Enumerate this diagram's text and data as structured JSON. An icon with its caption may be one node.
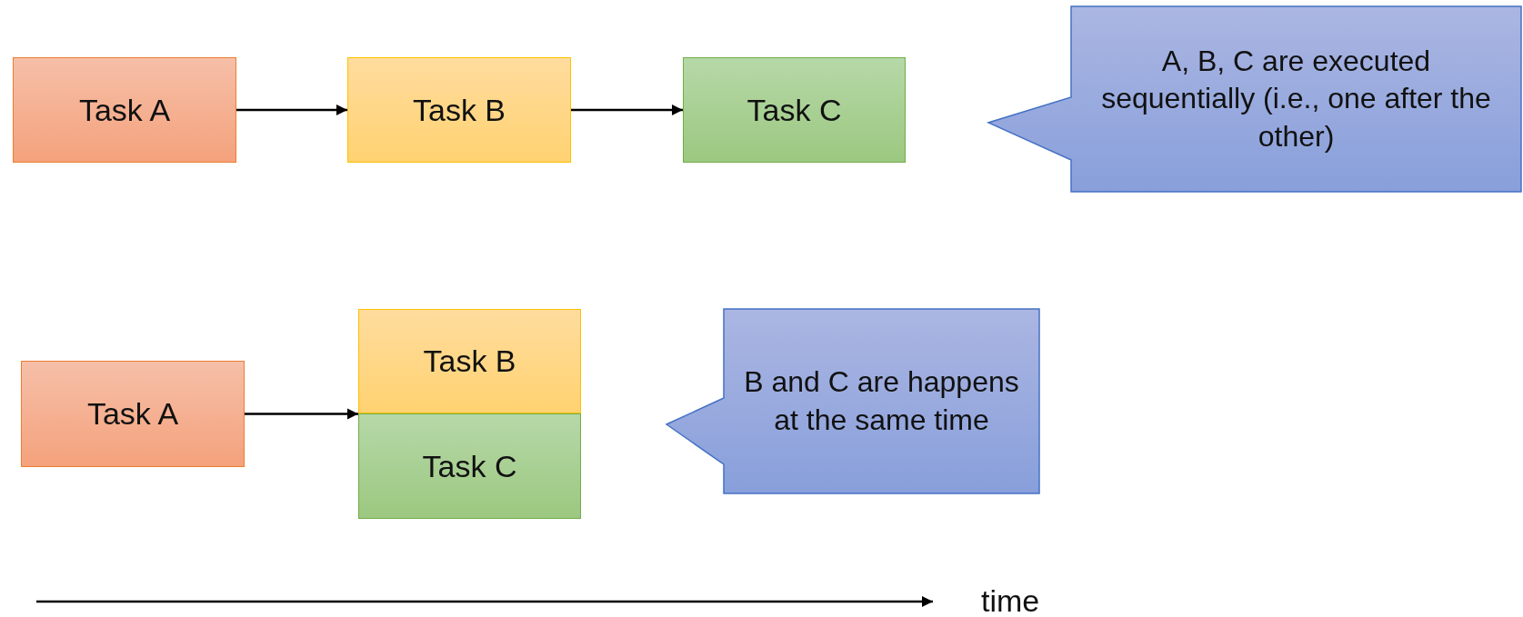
{
  "diagram": {
    "nodes": [
      {
        "text": [
          "Task A"
        ]
      },
      {
        "text": [
          "Task B"
        ]
      },
      {
        "text": [
          "Task C"
        ]
      },
      {
        "text": [
          "A, B, C are executed sequentially (i.e., one after the other)"
        ]
      },
      {
        "text": [
          "Task A"
        ]
      },
      {
        "text": [
          "Task B"
        ]
      },
      {
        "text": [
          "Task C"
        ]
      },
      {
        "text": [
          "B and C are happens at the same time"
        ]
      }
    ],
    "edges": [
      {
        "from": 0,
        "to": 1,
        "arrow": "to"
      },
      {
        "from": 1,
        "to": 2,
        "arrow": "to"
      },
      {
        "from": 4,
        "to": 5,
        "arrow": "to"
      }
    ],
    "labels": [
      "time"
    ]
  }
}
